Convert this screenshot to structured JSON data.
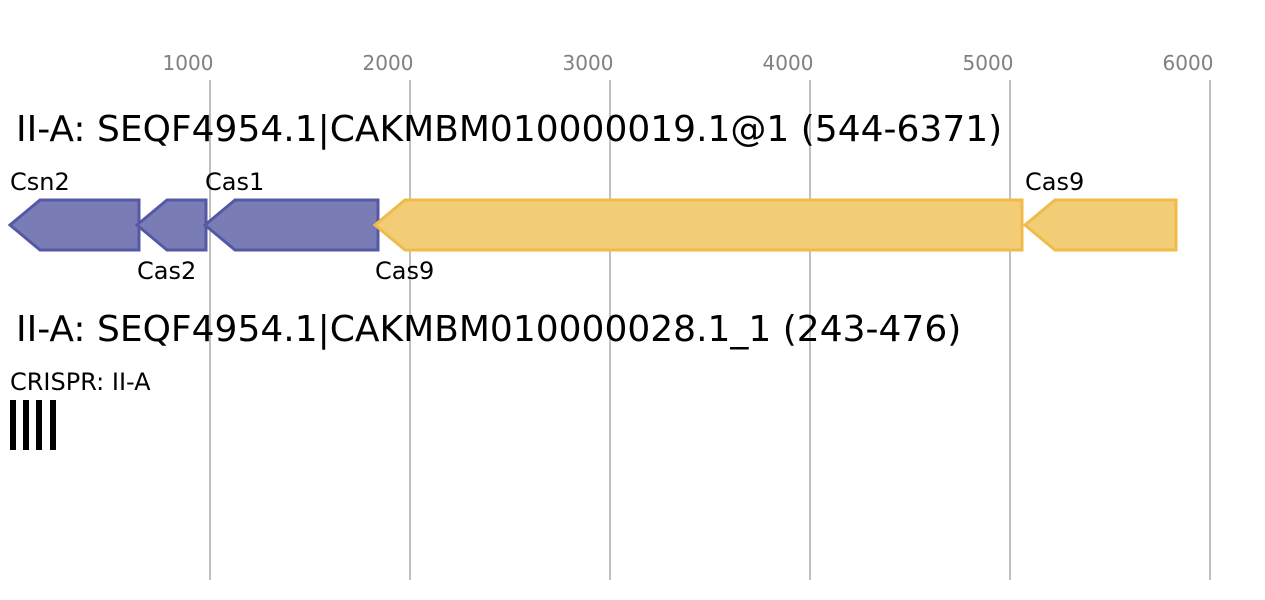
{
  "scale": {
    "ticks": [
      "1000",
      "2000",
      "3000",
      "4000",
      "5000",
      "6000"
    ]
  },
  "loci": [
    {
      "title": "II-A: SEQF4954.1|CAKMBM010000019.1@1 (544-6371)",
      "genes": [
        {
          "name": "Csn2",
          "family": "adaptation",
          "strand": "-",
          "label_position": "above"
        },
        {
          "name": "Cas2",
          "family": "adaptation",
          "strand": "-",
          "label_position": "below"
        },
        {
          "name": "Cas1",
          "family": "adaptation",
          "strand": "-",
          "label_position": "above"
        },
        {
          "name": "Cas9",
          "family": "effector",
          "strand": "-",
          "label_position": "below"
        },
        {
          "name": "Cas9",
          "family": "effector",
          "strand": "-",
          "label_position": "above"
        }
      ]
    },
    {
      "title": "II-A: SEQF4954.1|CAKMBM010000028.1_1 (243-476)",
      "array_label": "CRISPR: II-A",
      "repeat_count": 4
    }
  ],
  "colors": {
    "adaptation_fill": "#7a7db5",
    "adaptation_stroke": "#5558a5",
    "effector_fill": "#f2cd76",
    "effector_stroke": "#efbb4a",
    "grid": "#c0c0c0",
    "tick_text": "#808080",
    "array": "#000000"
  }
}
